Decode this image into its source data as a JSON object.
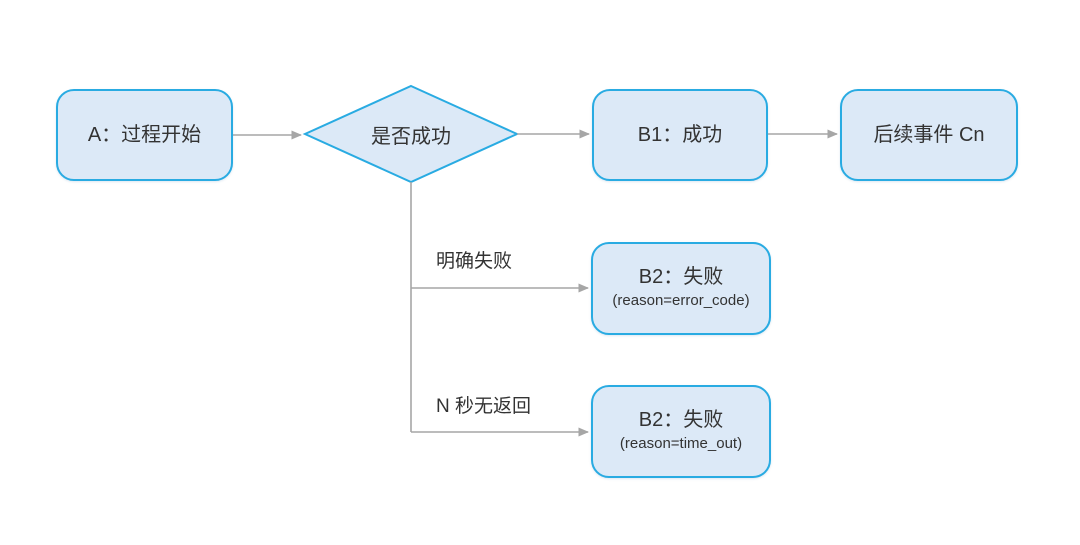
{
  "diagram": {
    "type": "flowchart",
    "nodes": {
      "a": {
        "label": "A：过程开始"
      },
      "decision": {
        "label": "是否成功"
      },
      "b1": {
        "label": "B1：成功"
      },
      "cn": {
        "label": "后续事件 Cn"
      },
      "b2_error": {
        "label": "B2：失败",
        "sublabel": "(reason=error_code)"
      },
      "b2_timeout": {
        "label": "B2：失败",
        "sublabel": "(reason=time_out)"
      }
    },
    "edge_labels": {
      "explicit_failure": "明确失败",
      "timeout": "N 秒无返回"
    },
    "edges": [
      {
        "from": "a",
        "to": "decision"
      },
      {
        "from": "decision",
        "to": "b1"
      },
      {
        "from": "b1",
        "to": "cn"
      },
      {
        "from": "decision",
        "to": "b2_error",
        "label": "明确失败"
      },
      {
        "from": "decision",
        "to": "b2_timeout",
        "label": "N 秒无返回"
      }
    ],
    "colors": {
      "node_fill": "#dce9f7",
      "node_border": "#29abe2",
      "connector": "#a6a6a6",
      "text": "#333333",
      "background": "#ffffff"
    }
  }
}
